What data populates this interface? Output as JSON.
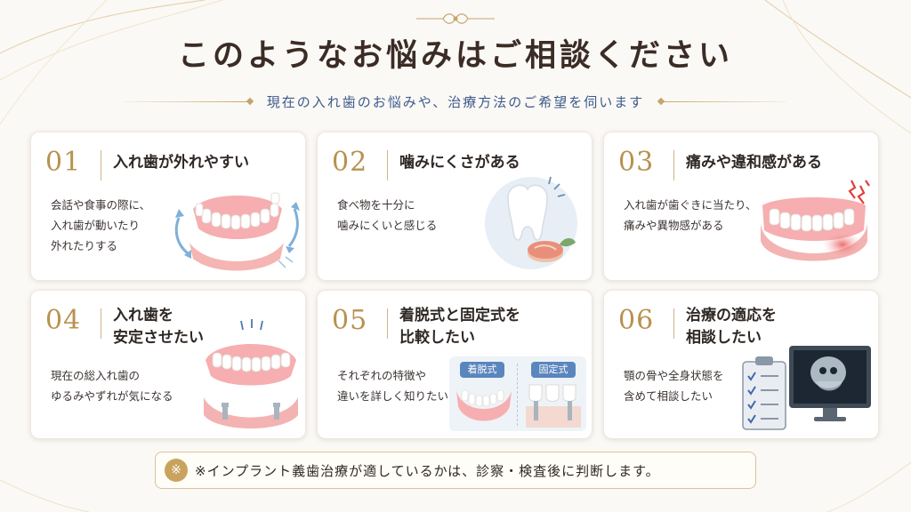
{
  "header": {
    "title": "このようなお悩みはご相談ください",
    "subtitle": "現在の入れ歯のお悩みや、治療方法のご希望を伺います"
  },
  "cards": [
    {
      "num": "01",
      "title": "入れ歯が外れやすい",
      "desc": "会話や食事の際に、\n入れ歯が動いたり\n外れたりする",
      "icon": "loose-denture-icon"
    },
    {
      "num": "02",
      "title": "噛みにくさがある",
      "desc": "食べ物を十分に\n噛みにくいと感じる",
      "icon": "tooth-and-meat-icon"
    },
    {
      "num": "03",
      "title": "痛みや違和感がある",
      "desc": "入れ歯が歯ぐきに当たり、\n痛みや異物感がある",
      "icon": "painful-gum-icon"
    },
    {
      "num": "04",
      "title": "入れ歯を\n安定させたい",
      "desc": "現在の総入れ歯の\nゆるみやずれが気になる",
      "icon": "implant-denture-icon"
    },
    {
      "num": "05",
      "title": "着脱式と固定式を\n比較したい",
      "desc": "それぞれの特徴や\n違いを詳しく知りたい",
      "icon": "denture-comparison-icon",
      "compare": {
        "left": "着脱式",
        "right": "固定式"
      }
    },
    {
      "num": "06",
      "title": "治療の適応を\n相談したい",
      "desc": "顎の骨や全身状態を\n含めて相談したい",
      "icon": "checklist-xray-icon"
    }
  ],
  "note": {
    "mark": "※",
    "text": "※インプラント義歯治療が適しているかは、診察・検査後に判断します。"
  },
  "colors": {
    "accent_gold": "#b8924f",
    "subtitle_blue": "#3e5a8a",
    "gum_pink": "#f2a7a6"
  }
}
